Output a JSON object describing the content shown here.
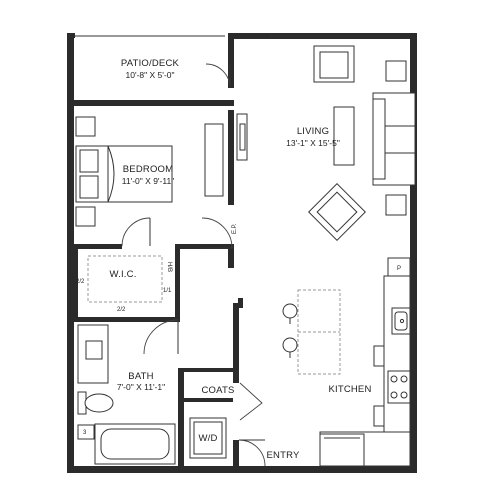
{
  "rooms": {
    "patio": {
      "name": "PATIO/DECK",
      "dims": "10'-8\" X 5'-0\""
    },
    "living": {
      "name": "LIVING",
      "dims": "13'-1\" X 15'-5\""
    },
    "bedroom": {
      "name": "BEDROOM",
      "dims": "11'-0\" X 9'-11\""
    },
    "wic": {
      "name": "W.I.C."
    },
    "bath": {
      "name": "BATH",
      "dims": "7'-0\" X 11'-1\""
    },
    "kitchen": {
      "name": "KITCHEN"
    },
    "coats": {
      "name": "COATS"
    },
    "wd": {
      "name": "W/D"
    },
    "entry": {
      "name": "ENTRY"
    }
  },
  "tags": {
    "ep": "E.P.",
    "hb": "H/B",
    "shelf_left": "2/2",
    "shelf_bottom": "2/2",
    "shelf_right": "1/1",
    "pantry": "P",
    "bath_3": "3"
  }
}
